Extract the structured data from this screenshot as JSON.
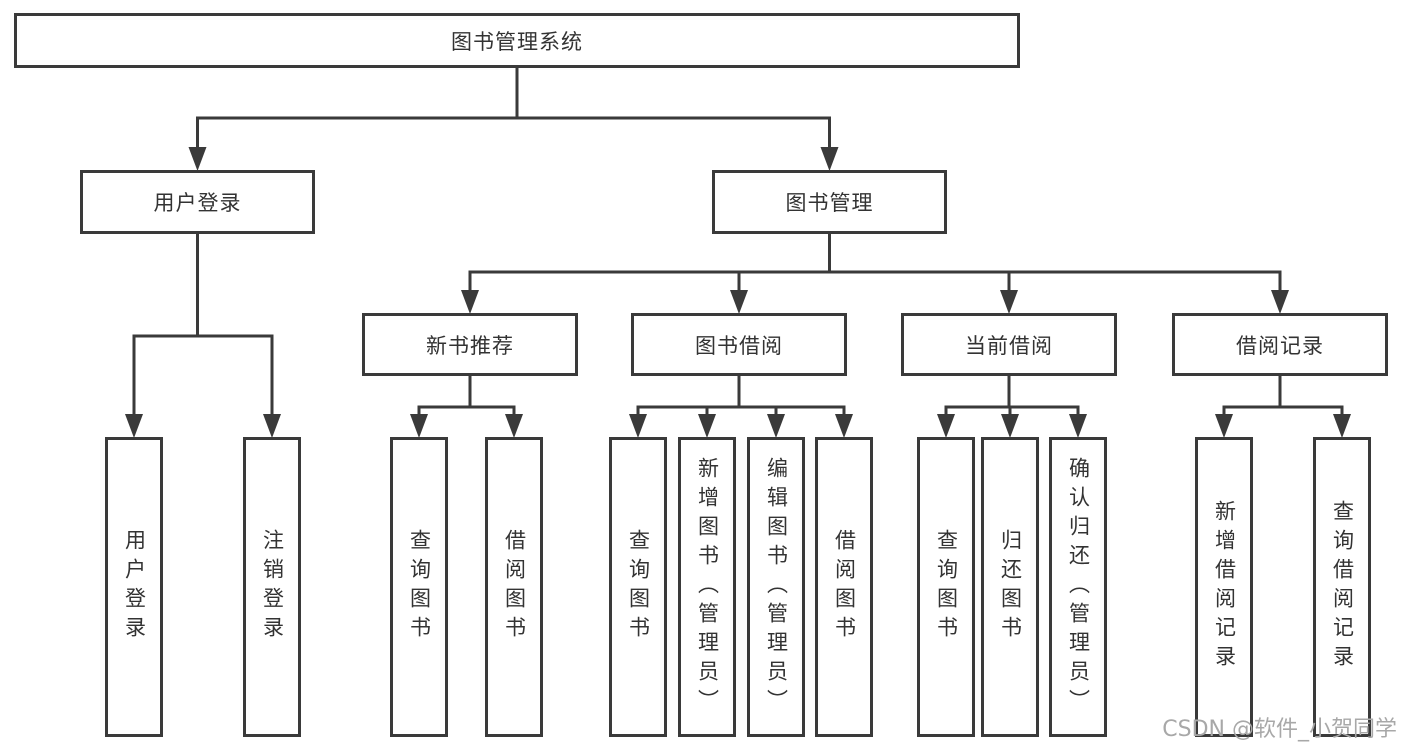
{
  "colors": {
    "line": "#3a3a3a",
    "box_border": "#3a3a3a",
    "box_bg": "#ffffff",
    "text": "#333333",
    "watermark": "#a8a8a8"
  },
  "watermark": {
    "text": "CSDN @软件_小贺同学"
  },
  "nodes": {
    "root": {
      "label": "图书管理系统"
    },
    "user_login": {
      "label": "用户登录"
    },
    "book_mgmt": {
      "label": "图书管理"
    },
    "new_book_rec": {
      "label": "新书推荐"
    },
    "book_borrow": {
      "label": "图书借阅"
    },
    "current_borrow": {
      "label": "当前借阅"
    },
    "borrow_records": {
      "label": "借阅记录"
    },
    "user_login_leaf": {
      "label": "用户登录"
    },
    "logout_leaf": {
      "label": "注销登录"
    },
    "query_book_1": {
      "label": "查询图书"
    },
    "borrow_book_1": {
      "label": "借阅图书"
    },
    "query_book_2": {
      "label": "查询图书"
    },
    "add_book": {
      "label": "新增图书（管理员）"
    },
    "edit_book": {
      "label": "编辑图书（管理员）"
    },
    "borrow_book_2": {
      "label": "借阅图书"
    },
    "query_book_3": {
      "label": "查询图书"
    },
    "return_book": {
      "label": "归还图书"
    },
    "confirm_return": {
      "label": "确认归还（管理员）"
    },
    "add_borrow_record": {
      "label": "新增借阅记录"
    },
    "query_borrow_record": {
      "label": "查询借阅记录"
    }
  },
  "hierarchy": {
    "root": [
      "user_login",
      "book_mgmt"
    ],
    "user_login": [
      "user_login_leaf",
      "logout_leaf"
    ],
    "book_mgmt": [
      "new_book_rec",
      "book_borrow",
      "current_borrow",
      "borrow_records"
    ],
    "new_book_rec": [
      "query_book_1",
      "borrow_book_1"
    ],
    "book_borrow": [
      "query_book_2",
      "add_book",
      "edit_book",
      "borrow_book_2"
    ],
    "current_borrow": [
      "query_book_3",
      "return_book",
      "confirm_return"
    ],
    "borrow_records": [
      "add_borrow_record",
      "query_borrow_record"
    ]
  }
}
